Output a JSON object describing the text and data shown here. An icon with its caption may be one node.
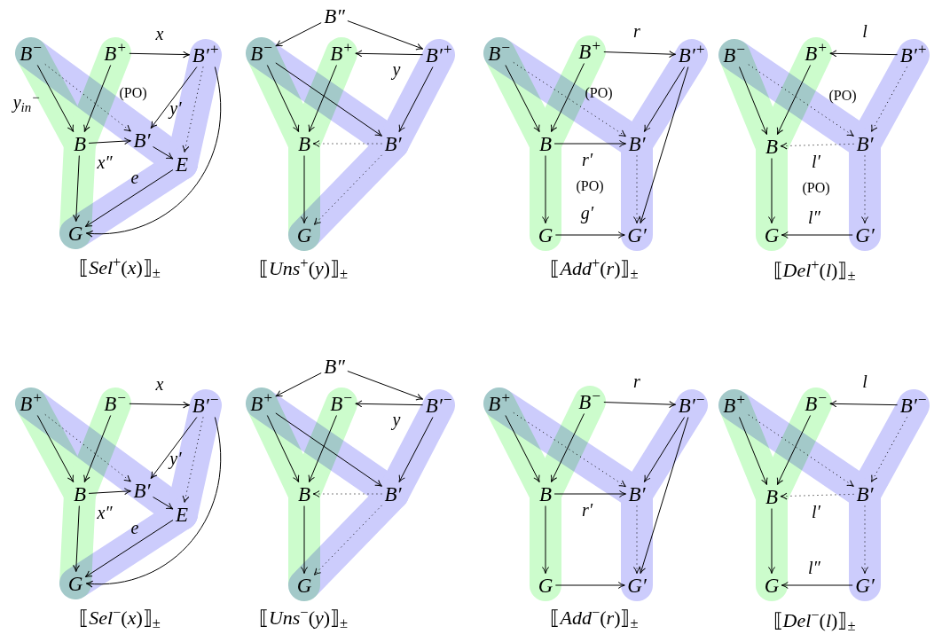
{
  "diagram": {
    "nodes": [
      {
        "text": [
          "B$^{−}$"
        ]
      },
      {
        "text": [
          "B$^{+}$"
        ]
      },
      {
        "text": [
          "B′$^{+}$"
        ]
      },
      {
        "text": [
          "B"
        ]
      },
      {
        "text": [
          "B′"
        ]
      },
      {
        "text": [
          "E"
        ]
      },
      {
        "text": [
          "G"
        ]
      },
      {
        "text": [
          "B″"
        ]
      },
      {
        "text": [
          "B$^{−}$"
        ]
      },
      {
        "text": [
          "B$^{+}$"
        ]
      },
      {
        "text": [
          "B′$^{+}$"
        ]
      },
      {
        "text": [
          "B"
        ]
      },
      {
        "text": [
          "B′"
        ]
      },
      {
        "text": [
          "G"
        ]
      },
      {
        "text": [
          "B$^{−}$"
        ]
      },
      {
        "text": [
          "B$^{+}$"
        ]
      },
      {
        "text": [
          "B′$^{+}$"
        ]
      },
      {
        "text": [
          "B"
        ]
      },
      {
        "text": [
          "B′"
        ]
      },
      {
        "text": [
          "G"
        ]
      },
      {
        "text": [
          "G′"
        ]
      },
      {
        "text": [
          "B$^{−}$"
        ]
      },
      {
        "text": [
          "B$^{+}$"
        ]
      },
      {
        "text": [
          "B′$^{+}$"
        ]
      },
      {
        "text": [
          "B"
        ]
      },
      {
        "text": [
          "B′"
        ]
      },
      {
        "text": [
          "G"
        ]
      },
      {
        "text": [
          "G′"
        ]
      },
      {
        "text": [
          "B$^{+}$"
        ]
      },
      {
        "text": [
          "B$^{−}$"
        ]
      },
      {
        "text": [
          "B′$^{−}$"
        ]
      },
      {
        "text": [
          "B"
        ]
      },
      {
        "text": [
          "B′"
        ]
      },
      {
        "text": [
          "E"
        ]
      },
      {
        "text": [
          "G"
        ]
      },
      {
        "text": [
          "B″"
        ]
      },
      {
        "text": [
          "B$^{+}$"
        ]
      },
      {
        "text": [
          "B$^{−}$"
        ]
      },
      {
        "text": [
          "B′$^{−}$"
        ]
      },
      {
        "text": [
          "B"
        ]
      },
      {
        "text": [
          "B′"
        ]
      },
      {
        "text": [
          "G"
        ]
      },
      {
        "text": [
          "B$^{+}$"
        ]
      },
      {
        "text": [
          "B$^{−}$"
        ]
      },
      {
        "text": [
          "B′$^{−}$"
        ]
      },
      {
        "text": [
          "B"
        ]
      },
      {
        "text": [
          "B′"
        ]
      },
      {
        "text": [
          "G"
        ]
      },
      {
        "text": [
          "G′"
        ]
      },
      {
        "text": [
          "B$^{+}$"
        ]
      },
      {
        "text": [
          "B$^{−}$"
        ]
      },
      {
        "text": [
          "B′$^{−}$"
        ]
      },
      {
        "text": [
          "B"
        ]
      },
      {
        "text": [
          "B′"
        ]
      },
      {
        "text": [
          "G"
        ]
      },
      {
        "text": [
          "G′"
        ]
      }
    ],
    "edges": [
      {
        "from": 1,
        "to": 2,
        "arrow": "to",
        "label": "x"
      },
      {
        "from": 0,
        "to": 3,
        "arrow": "to",
        "label": "y$_{in}$$^{−}$"
      },
      {
        "from": 1,
        "to": 3,
        "arrow": "to"
      },
      {
        "from": 0,
        "to": 4,
        "arrow": "to",
        "style": "dashed"
      },
      {
        "from": 2,
        "to": 4,
        "arrow": "to",
        "label": "y′"
      },
      {
        "from": 2,
        "to": 5,
        "arrow": "to",
        "style": "dashed"
      },
      {
        "from": 3,
        "to": 4,
        "arrow": "to",
        "label": "x″"
      },
      {
        "from": 4,
        "to": 5,
        "arrow": "to"
      },
      {
        "from": 3,
        "to": 6,
        "arrow": "to"
      },
      {
        "from": 5,
        "to": 6,
        "arrow": "to",
        "label": "e"
      },
      {
        "from": 2,
        "to": 6,
        "arrow": "to"
      },
      {
        "from": 7,
        "to": 8,
        "arrow": "to"
      },
      {
        "from": 7,
        "to": 10,
        "arrow": "to"
      },
      {
        "from": 10,
        "to": 9,
        "arrow": "to",
        "label": "y"
      },
      {
        "from": 8,
        "to": 11,
        "arrow": "to"
      },
      {
        "from": 9,
        "to": 11,
        "arrow": "to"
      },
      {
        "from": 8,
        "to": 12,
        "arrow": "to"
      },
      {
        "from": 10,
        "to": 12,
        "arrow": "to"
      },
      {
        "from": 12,
        "to": 11,
        "arrow": "to",
        "style": "dashed"
      },
      {
        "from": 11,
        "to": 13,
        "arrow": "to"
      },
      {
        "from": 12,
        "to": 13,
        "arrow": "to",
        "style": "dashed"
      },
      {
        "from": 15,
        "to": 16,
        "arrow": "to",
        "label": "r"
      },
      {
        "from": 14,
        "to": 17,
        "arrow": "to"
      },
      {
        "from": 15,
        "to": 17,
        "arrow": "to"
      },
      {
        "from": 14,
        "to": 18,
        "arrow": "to",
        "style": "dashed"
      },
      {
        "from": 16,
        "to": 18,
        "arrow": "to"
      },
      {
        "from": 16,
        "to": 20,
        "arrow": "to"
      },
      {
        "from": 17,
        "to": 18,
        "arrow": "to",
        "label": "r′"
      },
      {
        "from": 18,
        "to": 20,
        "arrow": "to",
        "style": "dashed"
      },
      {
        "from": 17,
        "to": 19,
        "arrow": "to"
      },
      {
        "from": 19,
        "to": 20,
        "arrow": "to",
        "label": "g′"
      },
      {
        "from": 23,
        "to": 22,
        "arrow": "to",
        "label": "l"
      },
      {
        "from": 21,
        "to": 24,
        "arrow": "to"
      },
      {
        "from": 22,
        "to": 24,
        "arrow": "to"
      },
      {
        "from": 21,
        "to": 25,
        "arrow": "to",
        "style": "dashed"
      },
      {
        "from": 23,
        "to": 25,
        "arrow": "to",
        "style": "dashed"
      },
      {
        "from": 25,
        "to": 24,
        "arrow": "to",
        "style": "dashed",
        "label": "l′"
      },
      {
        "from": 25,
        "to": 27,
        "arrow": "to",
        "style": "dashed"
      },
      {
        "from": 24,
        "to": 26,
        "arrow": "to"
      },
      {
        "from": 27,
        "to": 26,
        "arrow": "to",
        "label": "l″"
      },
      {
        "from": 29,
        "to": 30,
        "arrow": "to",
        "label": "x"
      },
      {
        "from": 28,
        "to": 31,
        "arrow": "to"
      },
      {
        "from": 29,
        "to": 31,
        "arrow": "to"
      },
      {
        "from": 28,
        "to": 32,
        "arrow": "to",
        "style": "dashed"
      },
      {
        "from": 30,
        "to": 32,
        "arrow": "to",
        "label": "y′"
      },
      {
        "from": 30,
        "to": 33,
        "arrow": "to",
        "style": "dashed"
      },
      {
        "from": 31,
        "to": 32,
        "arrow": "to",
        "label": "x″"
      },
      {
        "from": 32,
        "to": 33,
        "arrow": "to"
      },
      {
        "from": 31,
        "to": 34,
        "arrow": "to"
      },
      {
        "from": 33,
        "to": 34,
        "arrow": "to",
        "label": "e"
      },
      {
        "from": 30,
        "to": 34,
        "arrow": "to"
      },
      {
        "from": 35,
        "to": 36,
        "arrow": "to"
      },
      {
        "from": 35,
        "to": 38,
        "arrow": "to"
      },
      {
        "from": 38,
        "to": 37,
        "arrow": "to",
        "label": "y"
      },
      {
        "from": 36,
        "to": 39,
        "arrow": "to"
      },
      {
        "from": 37,
        "to": 39,
        "arrow": "to"
      },
      {
        "from": 36,
        "to": 40,
        "arrow": "to"
      },
      {
        "from": 38,
        "to": 40,
        "arrow": "to"
      },
      {
        "from": 40,
        "to": 39,
        "arrow": "to",
        "style": "dashed"
      },
      {
        "from": 39,
        "to": 41,
        "arrow": "to"
      },
      {
        "from": 40,
        "to": 41,
        "arrow": "to",
        "style": "dashed"
      },
      {
        "from": 43,
        "to": 44,
        "arrow": "to",
        "label": "r"
      },
      {
        "from": 42,
        "to": 45,
        "arrow": "to"
      },
      {
        "from": 43,
        "to": 45,
        "arrow": "to"
      },
      {
        "from": 42,
        "to": 46,
        "arrow": "to",
        "style": "dashed"
      },
      {
        "from": 44,
        "to": 46,
        "arrow": "to"
      },
      {
        "from": 44,
        "to": 48,
        "arrow": "to"
      },
      {
        "from": 45,
        "to": 46,
        "arrow": "to",
        "label": "r′"
      },
      {
        "from": 46,
        "to": 48,
        "arrow": "to",
        "style": "dashed"
      },
      {
        "from": 45,
        "to": 47,
        "arrow": "to"
      },
      {
        "from": 47,
        "to": 48,
        "arrow": "to"
      },
      {
        "from": 51,
        "to": 50,
        "arrow": "to",
        "label": "l"
      },
      {
        "from": 49,
        "to": 52,
        "arrow": "to"
      },
      {
        "from": 50,
        "to": 52,
        "arrow": "to"
      },
      {
        "from": 49,
        "to": 53,
        "arrow": "to",
        "style": "dashed"
      },
      {
        "from": 51,
        "to": 53,
        "arrow": "to",
        "style": "dashed"
      },
      {
        "from": 53,
        "to": 52,
        "arrow": "to",
        "style": "dashed",
        "label": "l′"
      },
      {
        "from": 53,
        "to": 55,
        "arrow": "to",
        "style": "dashed"
      },
      {
        "from": 52,
        "to": 54,
        "arrow": "to"
      },
      {
        "from": 55,
        "to": 54,
        "arrow": "to",
        "label": "l″"
      }
    ],
    "labels": [
      "(PO)",
      "(PO)",
      "(PO)",
      "(PO)",
      "(PO)",
      "⟦*Sel*$^{+}$(*x*)⟧$_{±}$",
      "⟦*Uns*$^{+}$(*y*)⟧$_{±}$",
      "⟦*Add*$^{+}$(*r*)⟧$_{±}$",
      "⟦*Del*$^{+}$(*l*)⟧$_{±}$",
      "⟦*Sel*$^{−}$(*x*)⟧$_{±}$",
      "⟦*Uns*$^{−}$(*y*)⟧$_{±}$",
      "⟦*Add*$^{−}$(*r*)⟧$_{±}$",
      "⟦*Del*$^{−}$(*l*)⟧$_{±}$"
    ]
  }
}
